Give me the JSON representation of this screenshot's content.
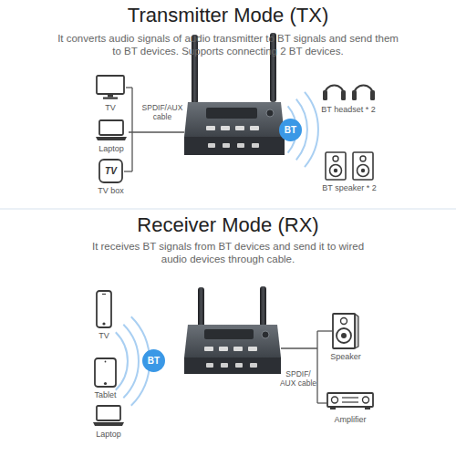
{
  "diagram": {
    "nodes": [
      {
        "text": [
          "Transmitter Mode (TX)",
          "It converts audio signals of audio transmitter to BT signals and send them to BT devices. Supports connecting 2 BT devices."
        ]
      },
      {
        "text": [
          "TV"
        ],
        "in": 0
      },
      {
        "text": [
          "Laptop"
        ],
        "in": 0
      },
      {
        "text": [
          "TV",
          "TV box"
        ],
        "in": 0
      },
      {
        "text": [
          "BT"
        ],
        "in": 0
      },
      {
        "text": [
          "BT headset * 2"
        ],
        "in": 0
      },
      {
        "text": [
          "BT speaker * 2"
        ],
        "in": 0
      },
      {
        "text": [
          "Receiver Mode (RX)",
          "It receives BT signals from BT devices and send it to wired audio devices through cable."
        ]
      },
      {
        "text": [
          "TV"
        ],
        "in": 7
      },
      {
        "text": [
          "Tablet"
        ],
        "in": 7
      },
      {
        "text": [
          "Laptop"
        ],
        "in": 7
      },
      {
        "text": [
          "BT"
        ],
        "in": 7
      },
      {
        "text": [
          "Speaker"
        ],
        "in": 7
      },
      {
        "text": [
          "Amplifier"
        ],
        "in": 7
      }
    ],
    "labels": [
      "SPDIF/AUX cable",
      "SPDIF/ AUX cable"
    ]
  }
}
